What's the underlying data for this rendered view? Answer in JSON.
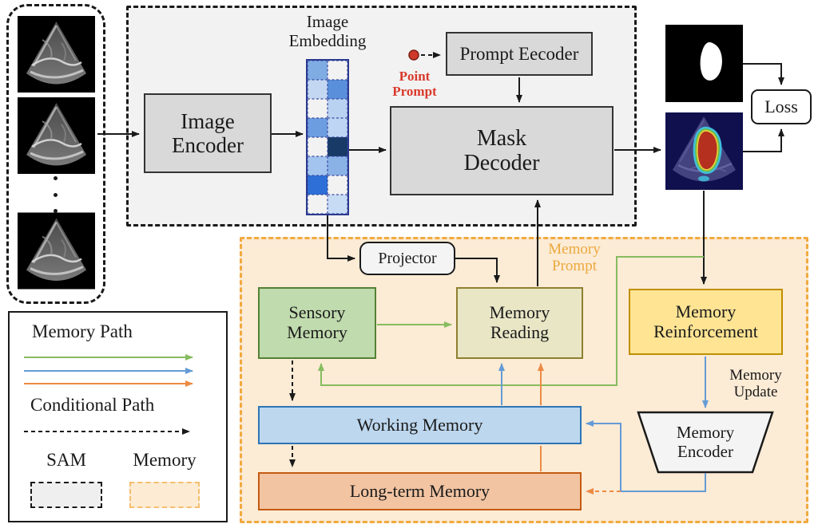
{
  "sam": {
    "image_encoder": "Image\nEncoder",
    "image_embedding_label": "Image\nEmbedding",
    "point_prompt_label": "Point\nPrompt",
    "prompt_encoder": "Prompt Eecoder",
    "mask_decoder": "Mask\nDecoder"
  },
  "output": {
    "loss": "Loss"
  },
  "memory": {
    "projector": "Projector",
    "memory_prompt_label": "Memory\nPrompt",
    "sensory_memory": "Sensory\nMemory",
    "memory_reading": "Memory\nReading",
    "memory_reinforcement": "Memory\nReinforcement",
    "working_memory": "Working Memory",
    "long_term_memory": "Long-term Memory",
    "memory_encoder": "Memory\nEncoder",
    "memory_update_label": "Memory\nUpdate"
  },
  "legend": {
    "memory_path": "Memory Path",
    "conditional_path": "Conditional Path",
    "sam": "SAM",
    "memory": "Memory"
  },
  "embedding": {
    "cells": [
      "#7FACE3",
      "#F2F2F2",
      "#C3D7F2",
      "#5A8FDC",
      "#F2F2F2",
      "#B9D2F1",
      "#6C9DE0",
      "#BED5F3",
      "#F2F2F2",
      "#173B66",
      "#A3C4EE",
      "#8AB2E7",
      "#2D6FD6",
      "#F2F2F2",
      "#F2F2F2",
      "#C7DBF5"
    ]
  },
  "colors": {
    "sam_region_fill": "#F2F2F2",
    "memory_region_fill": "#FCEBD5",
    "memory_region_border": "#F2A93F",
    "gray_box_fill": "#D9D9D9",
    "sensory_fill": "#C0DBAE",
    "sensory_border": "#538135",
    "reading_fill": "#E9E6C6",
    "reading_border": "#8E8030",
    "reinforcement_fill": "#FFE493",
    "reinforcement_border": "#BF9000",
    "working_fill": "#BDD7EE",
    "working_border": "#2E75B6",
    "longterm_fill": "#F2C4A2",
    "longterm_border": "#C55A11",
    "memory_path_green": "#86BC5F",
    "memory_path_blue": "#649BD6",
    "memory_path_orange": "#EC8A44",
    "conditional_path_black": "#1A1A1A",
    "point_prompt_red": "#CE3A2A",
    "memory_prompt_gold": "#EBA93D"
  }
}
